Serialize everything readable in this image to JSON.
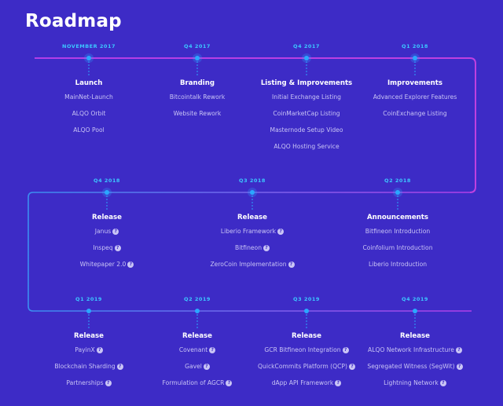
{
  "page": {
    "title": "Roadmap"
  },
  "colors": {
    "background": "#3d2bc6",
    "timeline_magenta": "#b23ee8",
    "timeline_blue": "#3b8df0",
    "date": "#3cc7ff",
    "dot": "#2aa7ff"
  },
  "rows": [
    {
      "milestones": [
        {
          "date": "NOVEMBER 2017",
          "heading": "Launch",
          "items": [
            {
              "text": "MainNet-Launch"
            },
            {
              "text": "ALQO Orbit"
            },
            {
              "text": "ALQO Pool"
            }
          ]
        },
        {
          "date": "Q4 2017",
          "heading": "Branding",
          "items": [
            {
              "text": "Bitcointalk Rework"
            },
            {
              "text": "Website Rework"
            }
          ]
        },
        {
          "date": "Q4 2017",
          "heading": "Listing & Improvements",
          "items": [
            {
              "text": "Initial Exchange Listing"
            },
            {
              "text": "CoinMarketCap Listing"
            },
            {
              "text": "Masternode Setup Video"
            },
            {
              "text": "ALQO Hosting Service"
            }
          ]
        },
        {
          "date": "Q1 2018",
          "heading": "Improvements",
          "items": [
            {
              "text": "Advanced Explorer Features"
            },
            {
              "text": "CoinExchange Listing"
            }
          ]
        }
      ]
    },
    {
      "milestones": [
        {
          "date": "Q4 2018",
          "heading": "Release",
          "items": [
            {
              "text": "Janus",
              "help": true
            },
            {
              "text": "Inspeq",
              "help": true
            },
            {
              "text": "Whitepaper 2.0",
              "help": true
            }
          ]
        },
        {
          "date": "Q3 2018",
          "heading": "Release",
          "items": [
            {
              "text": "Liberio Framework",
              "help": true
            },
            {
              "text": "Bitfineon",
              "help": true
            },
            {
              "text": "ZeroCoin Implementation",
              "help": true
            }
          ]
        },
        {
          "date": "Q2 2018",
          "heading": "Announcements",
          "items": [
            {
              "text": "Bitfineon Introduction"
            },
            {
              "text": "Coinfolium Introduction"
            },
            {
              "text": "Liberio Introduction"
            }
          ]
        }
      ]
    },
    {
      "milestones": [
        {
          "date": "Q1 2019",
          "heading": "Release",
          "items": [
            {
              "text": "PayinX",
              "help": true
            },
            {
              "text": "Blockchain Sharding",
              "help": true
            },
            {
              "text": "Partnerships",
              "help": true
            }
          ]
        },
        {
          "date": "Q2 2019",
          "heading": "Release",
          "items": [
            {
              "text": "Covenant",
              "help": true
            },
            {
              "text": "Gavel",
              "help": true
            },
            {
              "text": "Formulation of AGCR",
              "help": true
            }
          ]
        },
        {
          "date": "Q3 2019",
          "heading": "Release",
          "items": [
            {
              "text": "GCR Bitfineon Integration",
              "help": true
            },
            {
              "text": "QuickCommits Platform (QCP)",
              "help": true
            },
            {
              "text": "dApp API Framework",
              "help": true
            }
          ]
        },
        {
          "date": "Q4 2019",
          "heading": "Release",
          "items": [
            {
              "text": "ALQO Network Infrastructure",
              "help": true
            },
            {
              "text": "Segregated Witness (SegWit)",
              "help": true
            },
            {
              "text": "Lightning Network",
              "help": true
            }
          ]
        }
      ]
    }
  ]
}
